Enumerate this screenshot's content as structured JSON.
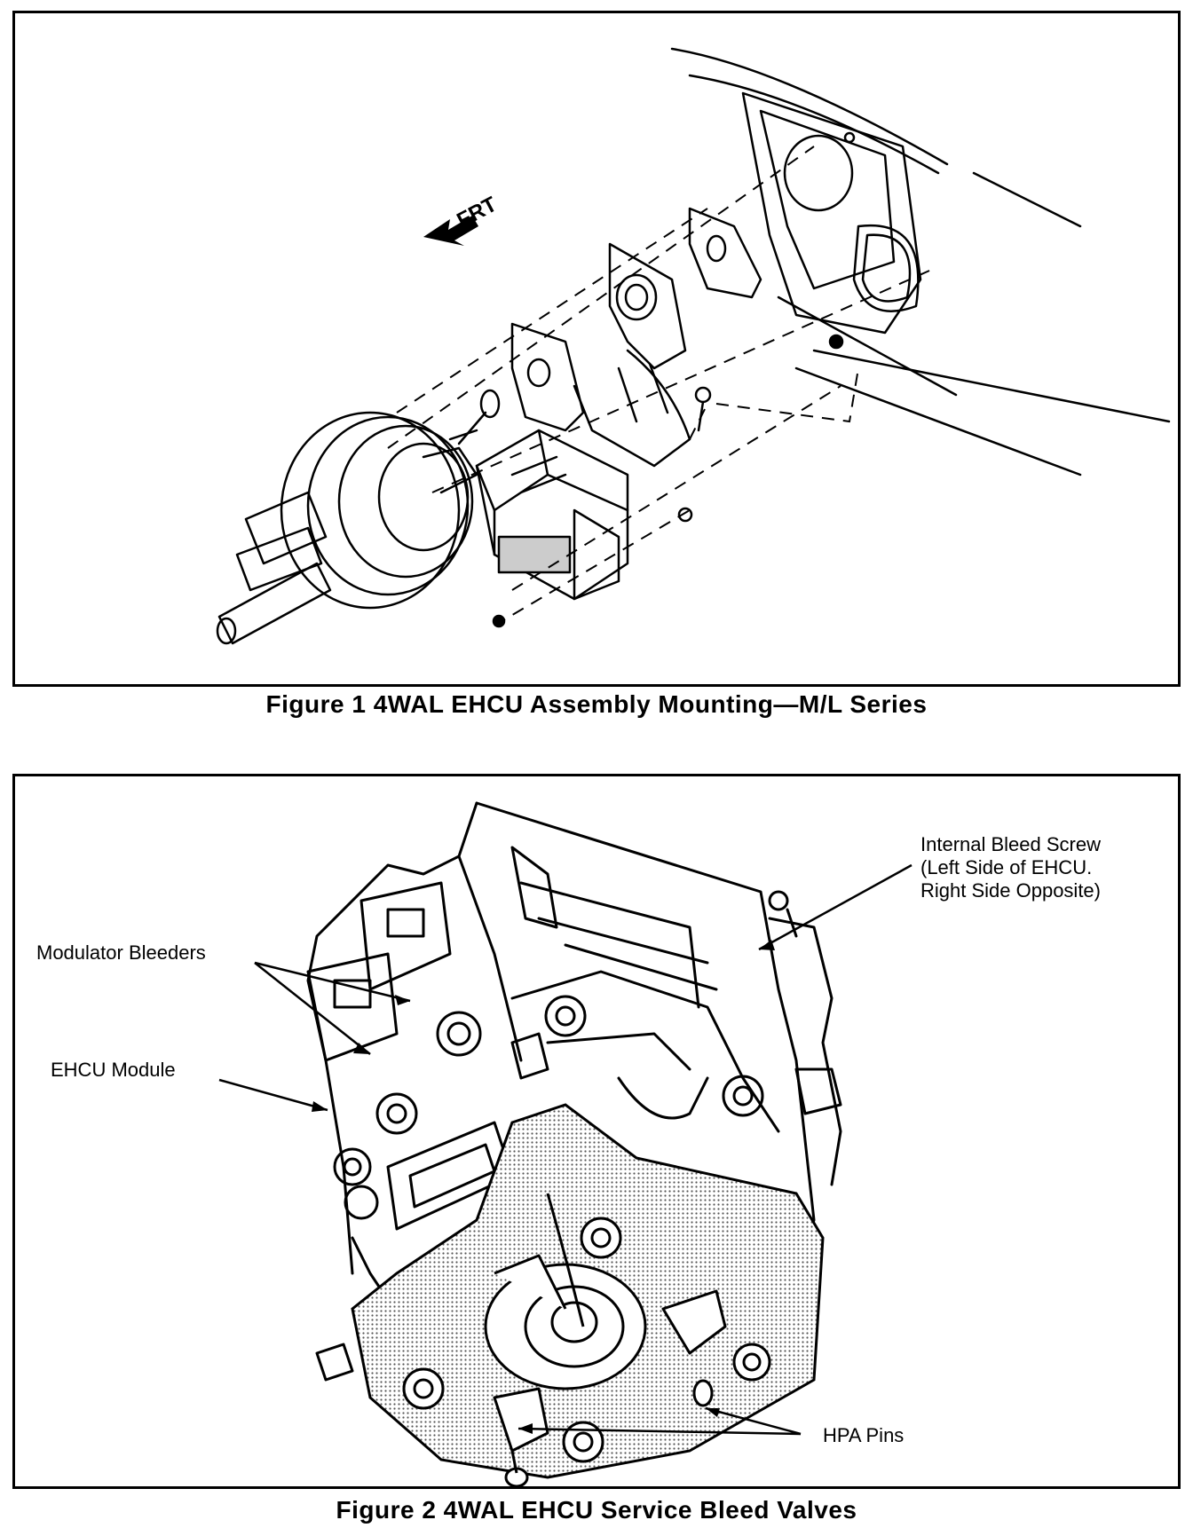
{
  "figure1": {
    "caption": "Figure 1 4WAL EHCU Assembly Mounting—M/L Series",
    "frt_label": "FRT"
  },
  "figure2": {
    "caption": "Figure 2 4WAL EHCU Service Bleed Valves",
    "callouts": {
      "internal_bleed_screw": [
        "Internal Bleed Screw",
        "(Left Side of EHCU.",
        "Right Side Opposite)"
      ],
      "modulator_bleeders": "Modulator Bleeders",
      "ehcu_module": "EHCU Module",
      "hpa_pins": "HPA Pins"
    }
  }
}
